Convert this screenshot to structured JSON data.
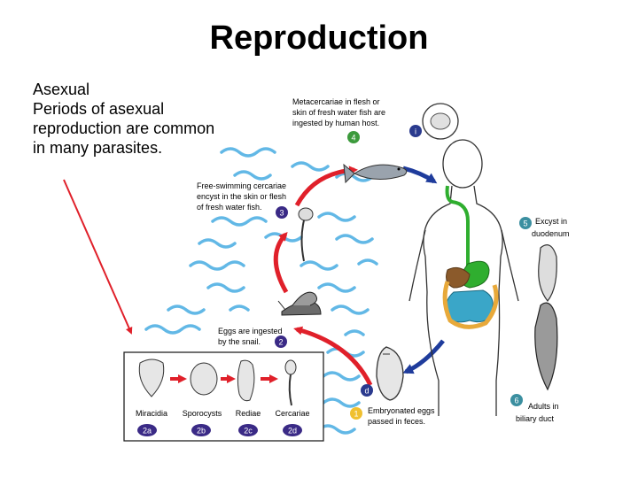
{
  "slide": {
    "title": "Reproduction",
    "bullets": [
      "Asexual",
      "Periods of asexual",
      "reproduction are common",
      "in many parasites."
    ]
  },
  "diagram": {
    "colors": {
      "red_arrow": "#e0202a",
      "blue_arrow": "#1f3c9c",
      "water": "#62b8e6",
      "stage_badge": "#3a2a86",
      "stage_badge_green": "#3c9a3c",
      "stage_badge_teal": "#3b8fa0",
      "stage_badge_yellow": "#f0c030",
      "info_badge": "#2a3a8e"
    },
    "stage4": {
      "lines": [
        "Metacercariae in flesh or",
        "skin of fresh water fish are",
        "ingested by human host."
      ],
      "badge": "4",
      "info_badge": "i"
    },
    "stage3": {
      "lines": [
        "Free-swimming cercariae",
        "encyst in the skin or flesh",
        "of fresh water fish."
      ],
      "badge": "3"
    },
    "stage5": {
      "lines": [
        "Excyst in",
        "duodenum"
      ],
      "badge": "5"
    },
    "stage2": {
      "lines": [
        "Eggs are ingested",
        "by the snail."
      ],
      "badge": "2"
    },
    "stage1": {
      "lines": [
        "Embryonated eggs",
        "passed in feces."
      ],
      "badge": "1",
      "diag_badge": "d"
    },
    "stage6": {
      "lines": [
        "Adults in",
        "biliary duct"
      ],
      "badge": "6"
    },
    "snail_stages": [
      {
        "label": "Miracidia",
        "badge": "2a"
      },
      {
        "label": "Sporocysts",
        "badge": "2b"
      },
      {
        "label": "Rediae",
        "badge": "2c"
      },
      {
        "label": "Cercariae",
        "badge": "2d"
      }
    ]
  }
}
